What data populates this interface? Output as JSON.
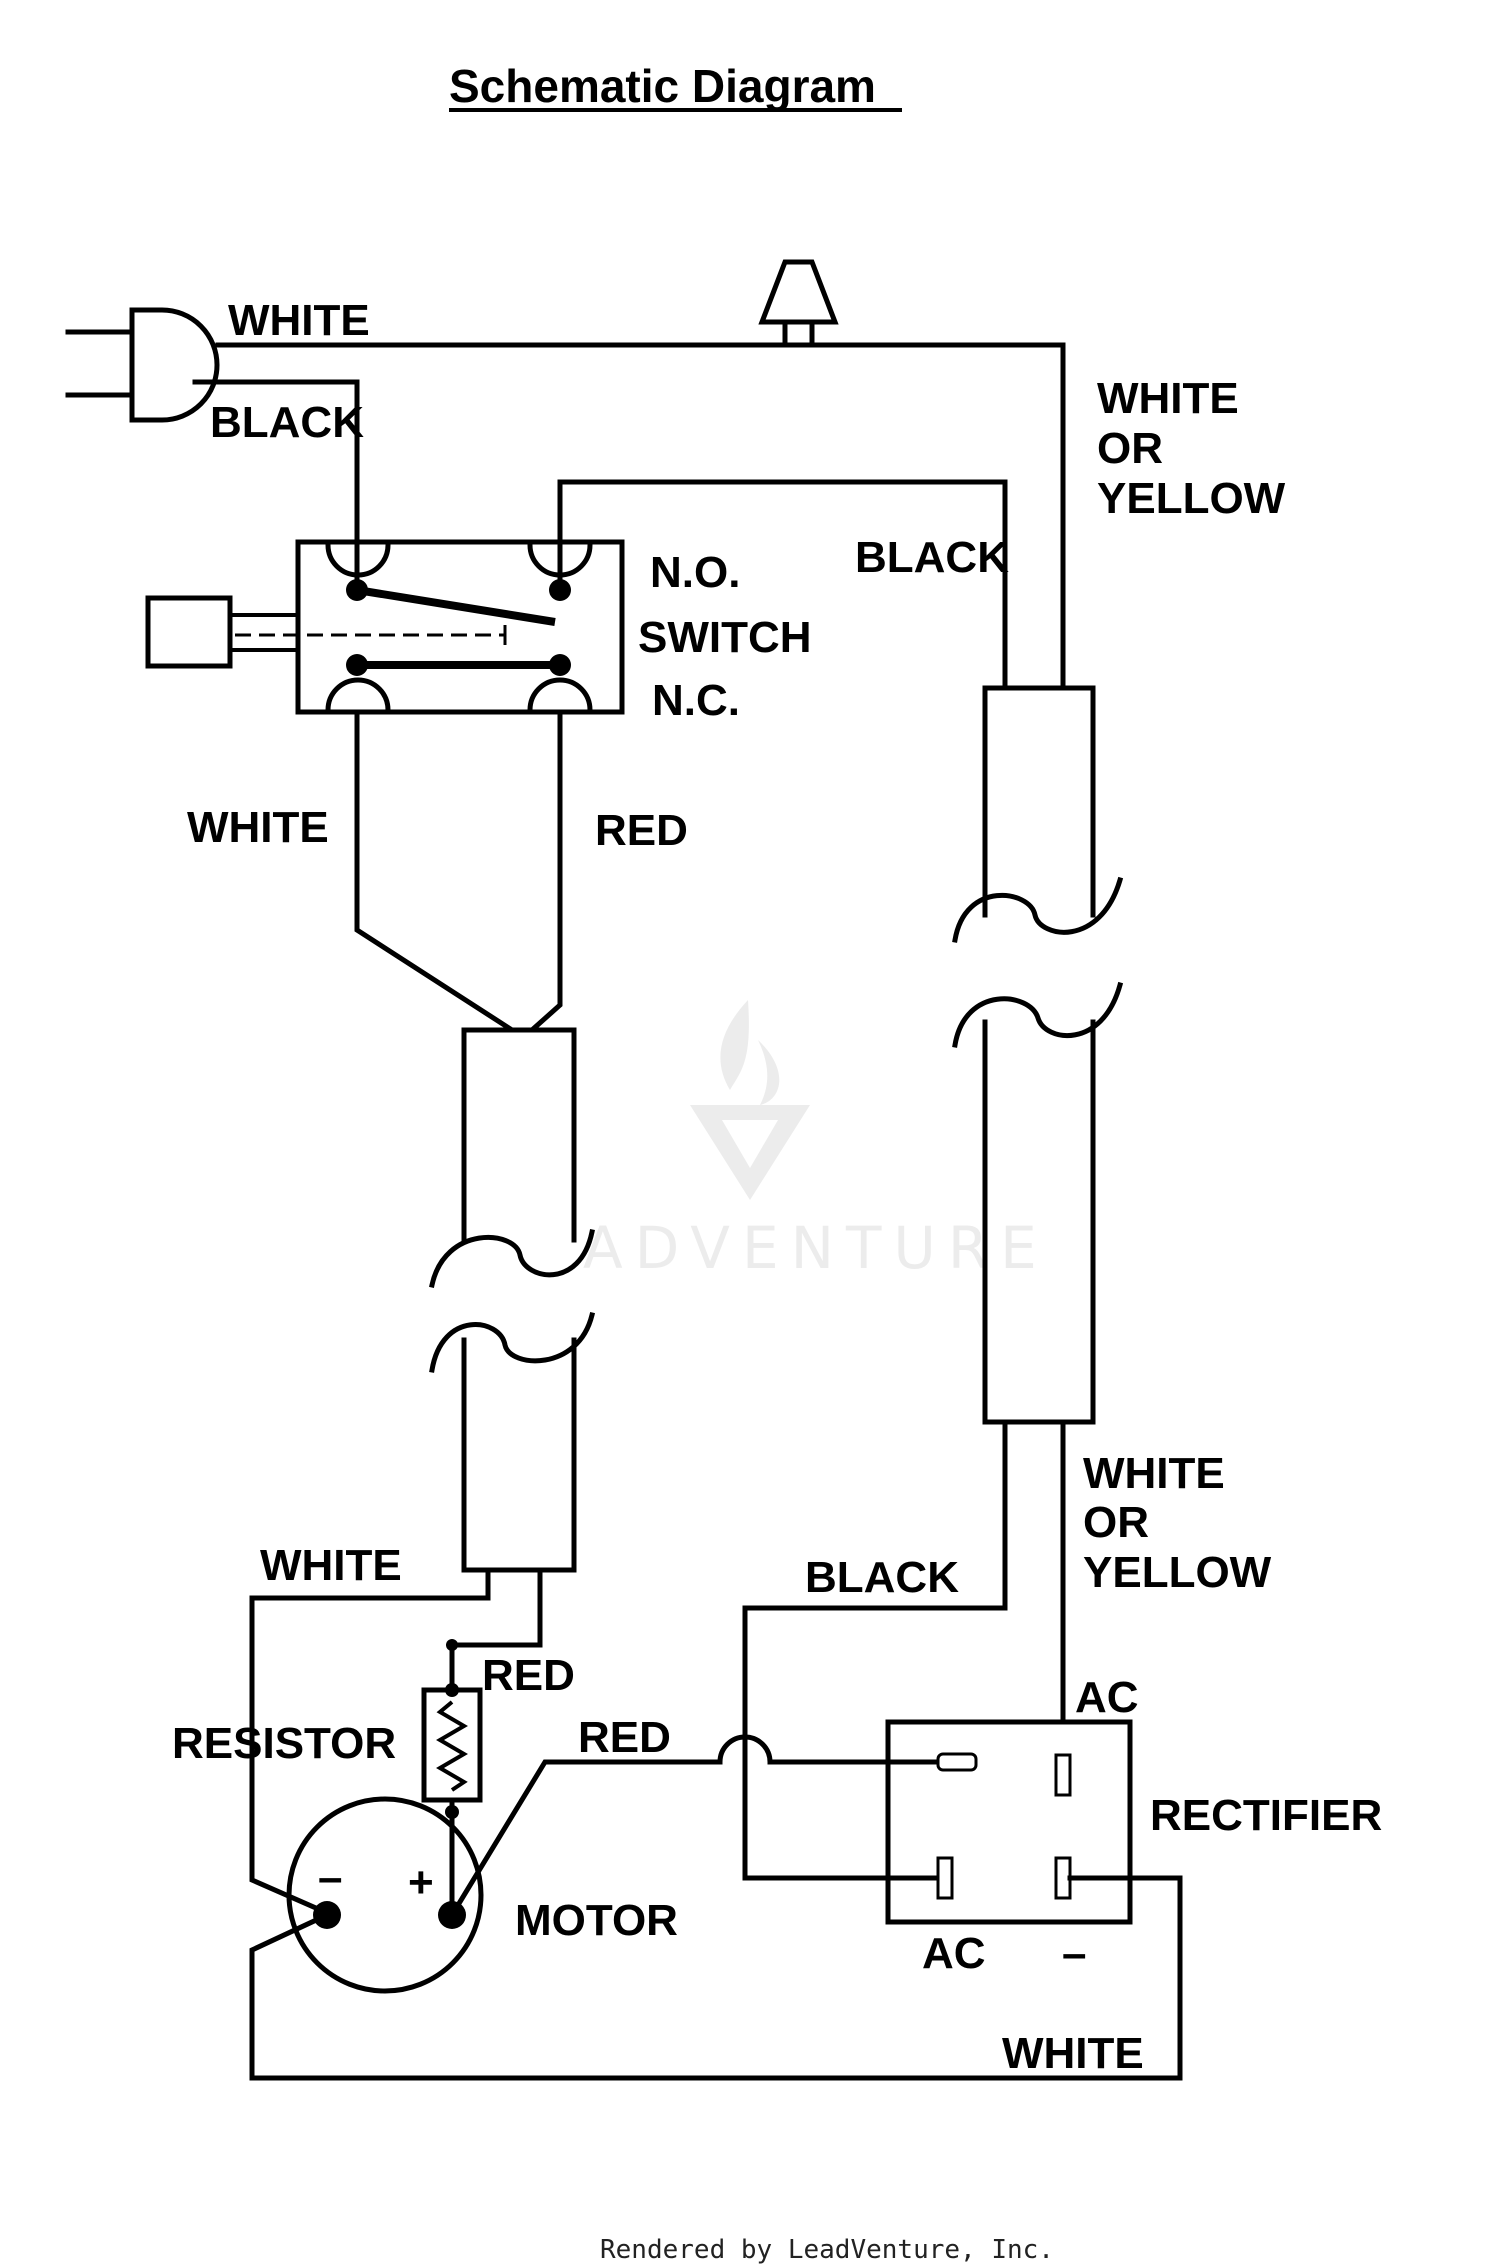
{
  "title": "Schematic Diagram",
  "watermark": "LEADVENTURE",
  "footer": "Rendered by LeadVenture, Inc.",
  "labels": {
    "plug_white": "WHITE",
    "plug_black": "BLACK",
    "top_right_white": "WHITE",
    "top_right_or": "OR",
    "top_right_yellow": "YELLOW",
    "switch_black": "BLACK",
    "switch_no": "N.O.",
    "switch_name": "SWITCH",
    "switch_nc": "N.C.",
    "switch_white": "WHITE",
    "switch_red": "RED",
    "bottom_right_white": "WHITE",
    "bottom_right_or": "OR",
    "bottom_right_yellow": "YELLOW",
    "rectifier_black": "BLACK",
    "motor_white": "WHITE",
    "resistor_red": "RED",
    "resistor": "RESISTOR",
    "motor_red": "RED",
    "rectifier_ac_top": "AC",
    "rectifier": "RECTIFIER",
    "rectifier_ac_bottom": "AC",
    "rectifier_minus": "–",
    "motor_minus": "–",
    "motor_plus": "+",
    "motor": "MOTOR",
    "bottom_white": "WHITE"
  }
}
